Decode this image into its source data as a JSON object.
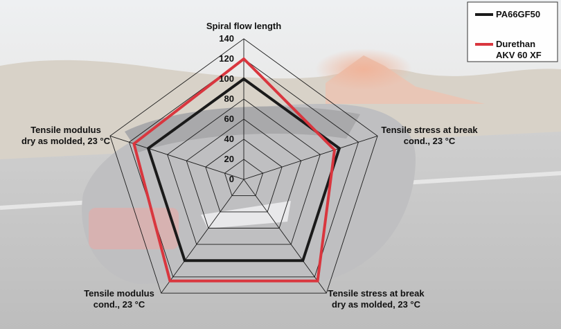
{
  "chart_data": {
    "type": "radar",
    "axes": [
      "Spiral flow length",
      "Tensile stress at break\ncond., 23 °C",
      "Tensile stress at break\ndry as molded, 23 °C",
      "Tensile modulus\ncond., 23 °C",
      "Tensile modulus\ndry as molded, 23 °C"
    ],
    "rlim": [
      0,
      140
    ],
    "ticks": [
      "0",
      "20",
      "40",
      "60",
      "80",
      "100",
      "120",
      "140"
    ],
    "series": [
      {
        "name": "PA66GF50",
        "color": "#1a1a1a",
        "values": [
          100,
          100,
          100,
          100,
          100
        ]
      },
      {
        "name": "Durethan\nAKV 60 XF",
        "color": "#d9363e",
        "values": [
          120,
          95,
          125,
          125,
          115
        ]
      }
    ],
    "legend": "top-right",
    "grid": true
  }
}
